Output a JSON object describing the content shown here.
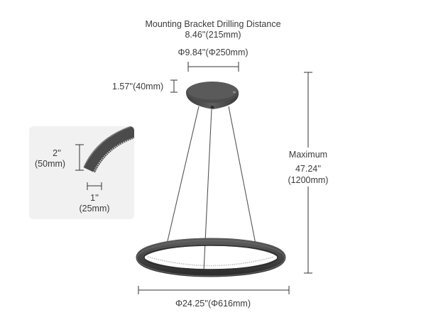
{
  "bracket_drilling": {
    "title": "Mounting Bracket Drilling Distance",
    "value": "8.46''(215mm)"
  },
  "canopy_diameter": "Φ9.84''(Φ250mm)",
  "canopy_height": "1.57''(40mm)",
  "max_height": {
    "label": "Maximum",
    "inch": "47.24''",
    "mm": "(1200mm)"
  },
  "ring_diameter": "Φ24.25''(Φ616mm)",
  "ring_profile": {
    "height_inch": "2''",
    "height_mm": "(50mm)",
    "width_inch": "1''",
    "width_mm": "(25mm)"
  },
  "colors": {
    "fixture": "#4a4a4a",
    "dimension_line": "#333333",
    "inset_background": "#f1f1f1"
  }
}
